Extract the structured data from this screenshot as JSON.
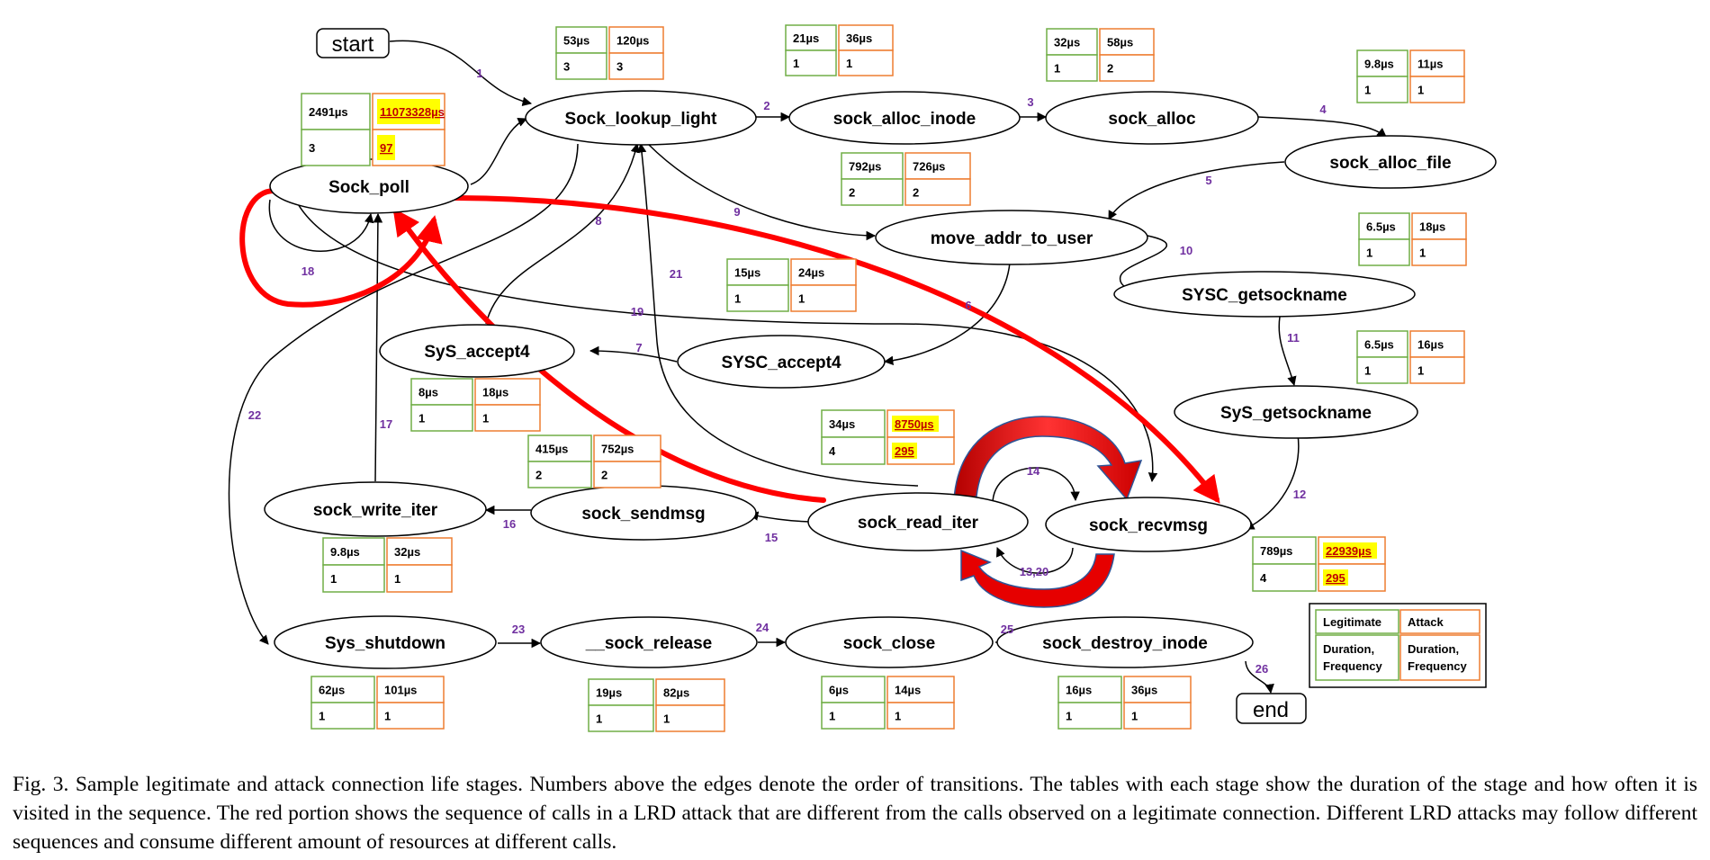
{
  "nodes": [
    {
      "id": "start",
      "label": "start",
      "kind": "terminal"
    },
    {
      "id": "sock_lookup_light",
      "label": "Sock_lookup_light"
    },
    {
      "id": "sock_alloc_inode",
      "label": "sock_alloc_inode"
    },
    {
      "id": "sock_alloc",
      "label": "sock_alloc"
    },
    {
      "id": "sock_alloc_file",
      "label": "sock_alloc_file"
    },
    {
      "id": "sock_poll",
      "label": "Sock_poll"
    },
    {
      "id": "move_addr_to_user",
      "label": "move_addr_to_user"
    },
    {
      "id": "sysc_getsockname",
      "label": "SYSC_getsockname"
    },
    {
      "id": "sys_accept4_a",
      "label": "SyS_accept4"
    },
    {
      "id": "sysc_accept4",
      "label": "SYSC_accept4"
    },
    {
      "id": "sys_getsockname",
      "label": "SyS_getsockname"
    },
    {
      "id": "sock_write_iter",
      "label": "sock_write_iter"
    },
    {
      "id": "sock_sendmsg",
      "label": "sock_sendmsg"
    },
    {
      "id": "sock_read_iter",
      "label": "sock_read_iter"
    },
    {
      "id": "sock_recvmsg",
      "label": "sock_recvmsg"
    },
    {
      "id": "sys_shutdown",
      "label": "Sys_shutdown"
    },
    {
      "id": "sock_release",
      "label": "__sock_release"
    },
    {
      "id": "sock_close",
      "label": "sock_close"
    },
    {
      "id": "sock_destroy_inode",
      "label": "sock_destroy_inode"
    },
    {
      "id": "end",
      "label": "end",
      "kind": "terminal"
    }
  ],
  "edges": [
    {
      "from": "start",
      "to": "sock_lookup_light",
      "label": "1"
    },
    {
      "from": "sock_lookup_light",
      "to": "sock_alloc_inode",
      "label": "2"
    },
    {
      "from": "sock_alloc_inode",
      "to": "sock_alloc",
      "label": "3"
    },
    {
      "from": "sock_alloc",
      "to": "sock_alloc_file",
      "label": "4"
    },
    {
      "from": "sock_alloc_file",
      "to": "move_addr_to_user",
      "label": "5"
    },
    {
      "from": "move_addr_to_user",
      "to": "sysc_accept4",
      "label": "6"
    },
    {
      "from": "sysc_accept4",
      "to": "sys_accept4_a",
      "label": "7"
    },
    {
      "from": "sys_accept4_a",
      "to": "sock_lookup_light",
      "label": "8"
    },
    {
      "from": "sock_lookup_light",
      "to": "move_addr_to_user",
      "label": "9"
    },
    {
      "from": "move_addr_to_user",
      "to": "sysc_getsockname",
      "label": "10"
    },
    {
      "from": "sysc_getsockname",
      "to": "sys_getsockname",
      "label": "11"
    },
    {
      "from": "sys_getsockname",
      "to": "sock_recvmsg",
      "label": "12"
    },
    {
      "from": "sock_recvmsg",
      "to": "sock_read_iter",
      "label": "13,20"
    },
    {
      "from": "sock_read_iter",
      "to": "sock_recvmsg",
      "label": "14"
    },
    {
      "from": "sock_read_iter",
      "to": "sock_sendmsg",
      "label": "15"
    },
    {
      "from": "sock_sendmsg",
      "to": "sock_write_iter",
      "label": "16"
    },
    {
      "from": "sock_write_iter",
      "to": "sock_poll",
      "label": "17"
    },
    {
      "from": "sock_poll",
      "to": "sock_poll",
      "label": "18"
    },
    {
      "from": "sock_poll",
      "to": "sock_recvmsg",
      "label": "19"
    },
    {
      "from": "sock_read_iter",
      "to": "sock_lookup_light",
      "label": "21"
    },
    {
      "from": "sock_lookup_light",
      "to": "sys_shutdown",
      "label": "22"
    },
    {
      "from": "sys_shutdown",
      "to": "sock_release",
      "label": "23"
    },
    {
      "from": "sock_release",
      "to": "sock_close",
      "label": "24"
    },
    {
      "from": "sock_close",
      "to": "sock_destroy_inode",
      "label": "25"
    },
    {
      "from": "sock_destroy_inode",
      "to": "end",
      "label": "26"
    }
  ],
  "stats": [
    {
      "node": "sock_lookup_light",
      "legit_duration": "53µs",
      "legit_freq": "3",
      "attack_duration": "120µs",
      "attack_freq": "3"
    },
    {
      "node": "sock_poll",
      "legit_duration": "2491µs",
      "legit_freq": "3",
      "attack_duration": "11073328µs",
      "attack_freq": "97",
      "highlight": true
    },
    {
      "node": "sock_alloc_inode_top",
      "legit_duration": "21µs",
      "legit_freq": "1",
      "attack_duration": "36µs",
      "attack_freq": "1"
    },
    {
      "node": "sock_alloc",
      "legit_duration": "32µs",
      "legit_freq": "1",
      "attack_duration": "58µs",
      "attack_freq": "2"
    },
    {
      "node": "sock_alloc_file",
      "legit_duration": "9.8µs",
      "legit_freq": "1",
      "attack_duration": "11µs",
      "attack_freq": "1"
    },
    {
      "node": "sock_alloc_inode_bottom",
      "legit_duration": "792µs",
      "legit_freq": "2",
      "attack_duration": "726µs",
      "attack_freq": "2"
    },
    {
      "node": "move_addr_to_user",
      "legit_duration": "6.5µs",
      "legit_freq": "1",
      "attack_duration": "18µs",
      "attack_freq": "1"
    },
    {
      "node": "sysc_accept4",
      "legit_duration": "15µs",
      "legit_freq": "1",
      "attack_duration": "24µs",
      "attack_freq": "1"
    },
    {
      "node": "sys_getsockname",
      "legit_duration": "6.5µs",
      "legit_freq": "1",
      "attack_duration": "16µs",
      "attack_freq": "1"
    },
    {
      "node": "sys_accept4_a",
      "legit_duration": "8µs",
      "legit_freq": "1",
      "attack_duration": "18µs",
      "attack_freq": "1"
    },
    {
      "node": "sock_read_iter",
      "legit_duration": "34µs",
      "legit_freq": "4",
      "attack_duration": "8750µs",
      "attack_freq": "295",
      "highlight": true
    },
    {
      "node": "sock_sendmsg",
      "legit_duration": "415µs",
      "legit_freq": "2",
      "attack_duration": "752µs",
      "attack_freq": "2"
    },
    {
      "node": "sock_write_iter",
      "legit_duration": "9.8µs",
      "legit_freq": "1",
      "attack_duration": "32µs",
      "attack_freq": "1"
    },
    {
      "node": "sock_recvmsg",
      "legit_duration": "789µs",
      "legit_freq": "4",
      "attack_duration": "22939µs",
      "attack_freq": "295",
      "highlight": true
    },
    {
      "node": "sys_shutdown",
      "legit_duration": "62µs",
      "legit_freq": "1",
      "attack_duration": "101µs",
      "attack_freq": "1"
    },
    {
      "node": "sock_release",
      "legit_duration": "19µs",
      "legit_freq": "1",
      "attack_duration": "82µs",
      "attack_freq": "1"
    },
    {
      "node": "sock_close",
      "legit_duration": "6µs",
      "legit_freq": "1",
      "attack_duration": "14µs",
      "attack_freq": "1"
    },
    {
      "node": "sock_destroy_inode",
      "legit_duration": "16µs",
      "legit_freq": "1",
      "attack_duration": "36µs",
      "attack_freq": "1"
    }
  ],
  "legend": {
    "legit_header": "Legitimate",
    "attack_header": "Attack",
    "legit_desc_1": "Duration,",
    "legit_desc_2": "Frequency",
    "attack_desc_1": "Duration,",
    "attack_desc_2": "Frequency"
  },
  "colors": {
    "legit": "#70ad47",
    "attack": "#ed7d31",
    "attack_path": "#ff0000",
    "edge_label": "#7030a0",
    "highlight_fill": "#ffff00",
    "highlight_text": "#c00000"
  },
  "caption": "Fig. 3.   Sample legitimate and attack connection life stages. Numbers above the edges denote the order of transitions. The tables with each stage show the duration of the stage and how often it is visited in the sequence. The red portion shows the sequence of calls in a LRD attack that are different from the calls observed on a legitimate connection. Different LRD attacks may follow different sequences and consume different amount of resources at different calls."
}
